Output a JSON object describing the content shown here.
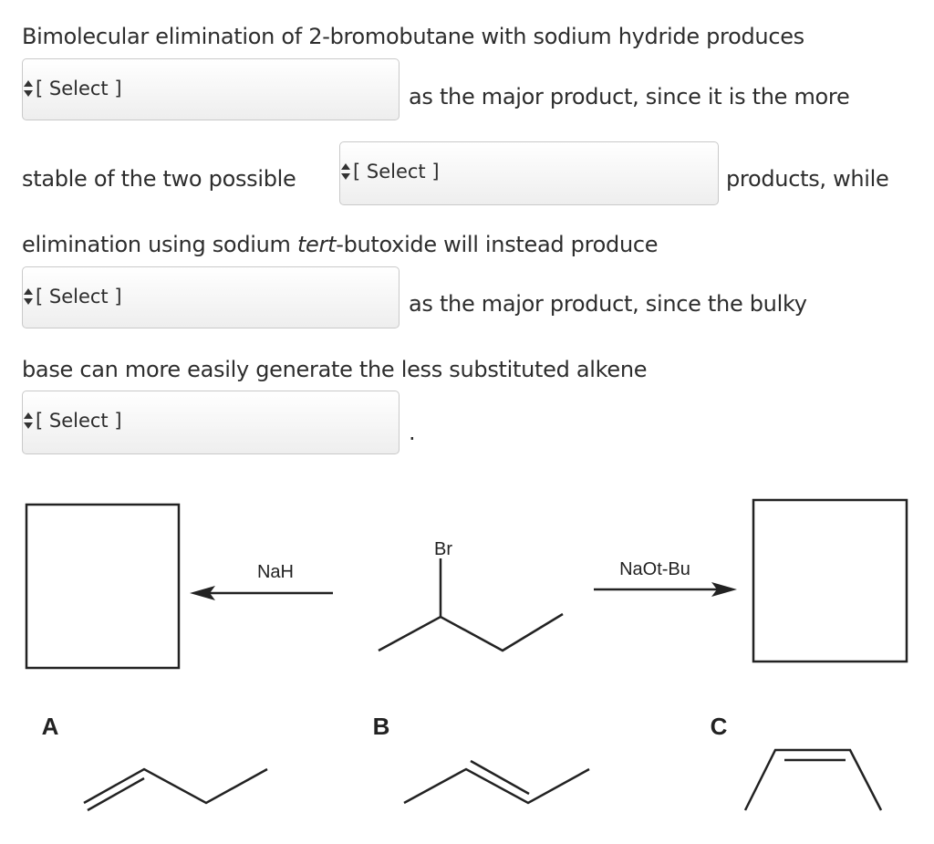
{
  "text": {
    "line1": "Bimolecular elimination of 2-bromobutane with sodium hydride produces",
    "line2": "as the major product, since it is the more",
    "line3a": "stable of the two possible",
    "line3b": "products, while",
    "line4a": "elimination using sodium ",
    "line4em": "tert",
    "line4b": "-butoxide will instead produce",
    "line5": "as the major product, since the bulky",
    "line6": "base can more easily generate the less substituted alkene",
    "period": "."
  },
  "selects": [
    {
      "value": "[ Select ]"
    },
    {
      "value": "[ Select ]"
    },
    {
      "value": "[ Select ]"
    },
    {
      "value": "[ Select ]"
    }
  ],
  "scheme": {
    "reagent_left": "NaH",
    "reagent_right": "NaOt-Bu",
    "substituent": "Br",
    "options": [
      "A",
      "B",
      "C"
    ]
  }
}
